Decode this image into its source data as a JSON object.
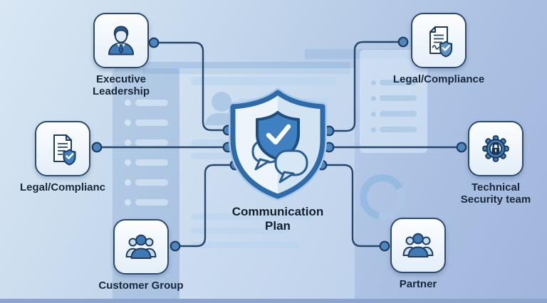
{
  "center": {
    "label": "Communication\nPlan",
    "icon": "shield-check-speech-bubbles-icon"
  },
  "nodes": [
    {
      "label": "Executive\nLeadership",
      "icon": "businessman-icon"
    },
    {
      "label": "Legal/Compliance",
      "icon": "document-signature-shield-icon"
    },
    {
      "label": "Legal/Complianc",
      "icon": "document-check-shield-icon"
    },
    {
      "label": "Technical\nSecurity team",
      "icon": "gear-lock-icon"
    },
    {
      "label": "Customer Group",
      "icon": "people-group-icon"
    },
    {
      "label": "Partner",
      "icon": "people-group-icon"
    }
  ],
  "colors": {
    "accent_blue": "#3e80c0",
    "icon_fill_light": "#c6ddef",
    "outline_navy": "#1e3c60",
    "connector_line": "#25476d",
    "connector_dot": "#4c88bf",
    "card_border": "#2b4a70",
    "label_text": "#19273a",
    "background_light": "#d9e7f4",
    "background_dark": "#a0b5db"
  }
}
